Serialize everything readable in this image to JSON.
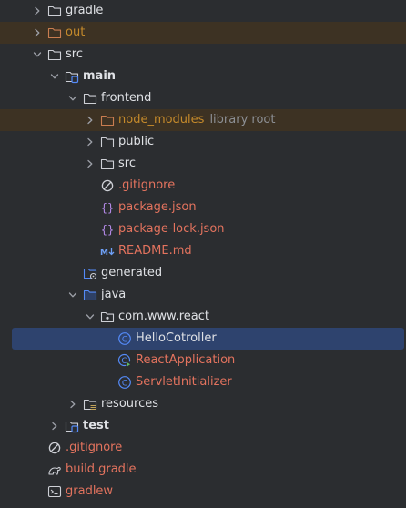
{
  "tree": {
    "rows": [
      {
        "label": "gradle",
        "hint": "",
        "name": "tree-row-gradle",
        "icon": "folder-icon",
        "state": "collapsed",
        "color": "#dfe1e5",
        "bold": false,
        "bg": ""
      },
      {
        "label": "out",
        "hint": "",
        "name": "tree-row-out",
        "icon": "excluded-folder-icon",
        "state": "collapsed",
        "color": "#c58a2b",
        "bold": false,
        "bg": "excluded"
      },
      {
        "label": "src",
        "hint": "",
        "name": "tree-row-src",
        "icon": "folder-icon",
        "state": "expanded",
        "color": "#dfe1e5",
        "bold": false,
        "bg": ""
      },
      {
        "label": "main",
        "hint": "",
        "name": "tree-row-main",
        "icon": "module-folder-icon",
        "state": "expanded",
        "color": "#dfe1e5",
        "bold": true,
        "bg": ""
      },
      {
        "label": "frontend",
        "hint": "",
        "name": "tree-row-frontend",
        "icon": "folder-icon",
        "state": "expanded",
        "color": "#dfe1e5",
        "bold": false,
        "bg": ""
      },
      {
        "label": "node_modules",
        "hint": "library root",
        "name": "tree-row-node-modules",
        "icon": "excluded-folder-icon",
        "state": "collapsed",
        "color": "#c58a2b",
        "bold": false,
        "bg": "excluded"
      },
      {
        "label": "public",
        "hint": "",
        "name": "tree-row-public",
        "icon": "folder-icon",
        "state": "collapsed",
        "color": "#dfe1e5",
        "bold": false,
        "bg": ""
      },
      {
        "label": "src",
        "hint": "",
        "name": "tree-row-frontend-src",
        "icon": "folder-icon",
        "state": "collapsed",
        "color": "#dfe1e5",
        "bold": false,
        "bg": ""
      },
      {
        "label": ".gitignore",
        "hint": "",
        "name": "tree-row-frontend-gitignore",
        "icon": "ignore-file-icon",
        "state": "leaf",
        "color": "#e3735e",
        "bold": false,
        "bg": ""
      },
      {
        "label": "package.json",
        "hint": "",
        "name": "tree-row-package-json",
        "icon": "json-file-icon",
        "state": "leaf",
        "color": "#e3735e",
        "bold": false,
        "bg": ""
      },
      {
        "label": "package-lock.json",
        "hint": "",
        "name": "tree-row-package-lock-json",
        "icon": "json-file-icon",
        "state": "leaf",
        "color": "#e3735e",
        "bold": false,
        "bg": ""
      },
      {
        "label": "README.md",
        "hint": "",
        "name": "tree-row-readme",
        "icon": "markdown-file-icon",
        "state": "leaf",
        "color": "#e3735e",
        "bold": false,
        "bg": ""
      },
      {
        "label": "generated",
        "hint": "",
        "name": "tree-row-generated",
        "icon": "generated-folder-icon",
        "state": "leaf",
        "color": "#dfe1e5",
        "bold": false,
        "bg": ""
      },
      {
        "label": "java",
        "hint": "",
        "name": "tree-row-java",
        "icon": "source-folder-icon",
        "state": "expanded",
        "color": "#dfe1e5",
        "bold": false,
        "bg": ""
      },
      {
        "label": "com.www.react",
        "hint": "",
        "name": "tree-row-package",
        "icon": "package-icon",
        "state": "expanded",
        "color": "#dfe1e5",
        "bold": false,
        "bg": ""
      },
      {
        "label": "HelloCotroller",
        "hint": "",
        "name": "tree-row-hellocotroller",
        "icon": "class-icon",
        "state": "leaf",
        "color": "#dfe1e5",
        "bold": false,
        "bg": "selected"
      },
      {
        "label": "ReactApplication",
        "hint": "",
        "name": "tree-row-reactapplication",
        "icon": "runnable-class-icon",
        "state": "leaf",
        "color": "#e3735e",
        "bold": false,
        "bg": ""
      },
      {
        "label": "ServletInitializer",
        "hint": "",
        "name": "tree-row-servletinitializer",
        "icon": "class-icon",
        "state": "leaf",
        "color": "#e3735e",
        "bold": false,
        "bg": ""
      },
      {
        "label": "resources",
        "hint": "",
        "name": "tree-row-resources",
        "icon": "resources-folder-icon",
        "state": "collapsed",
        "color": "#dfe1e5",
        "bold": false,
        "bg": ""
      },
      {
        "label": "test",
        "hint": "",
        "name": "tree-row-test",
        "icon": "module-folder-icon",
        "state": "collapsed",
        "color": "#dfe1e5",
        "bold": true,
        "bg": ""
      },
      {
        "label": ".gitignore",
        "hint": "",
        "name": "tree-row-gitignore",
        "icon": "ignore-file-icon",
        "state": "leaf",
        "color": "#e3735e",
        "bold": false,
        "bg": ""
      },
      {
        "label": "build.gradle",
        "hint": "",
        "name": "tree-row-build-gradle",
        "icon": "gradle-file-icon",
        "state": "leaf",
        "color": "#e3735e",
        "bold": false,
        "bg": ""
      },
      {
        "label": "gradlew",
        "hint": "",
        "name": "tree-row-gradlew",
        "icon": "terminal-file-icon",
        "state": "leaf",
        "color": "#e3735e",
        "bold": false,
        "bg": ""
      }
    ]
  }
}
